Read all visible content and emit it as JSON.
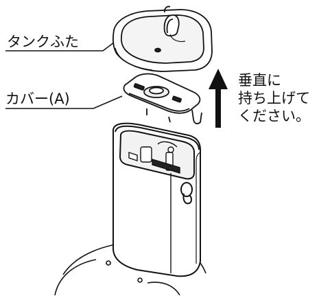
{
  "labels": {
    "tank_lid": "タンクふた",
    "cover_a": "カバー(A)"
  },
  "instruction": {
    "line1": "垂直に",
    "line2": "持ち上げて",
    "line3": "ください。"
  },
  "colors": {
    "ink": "#111111",
    "paper": "#ffffff",
    "shade": "#d9d9d9"
  },
  "icons": {
    "arrow": "up-arrow-icon"
  }
}
